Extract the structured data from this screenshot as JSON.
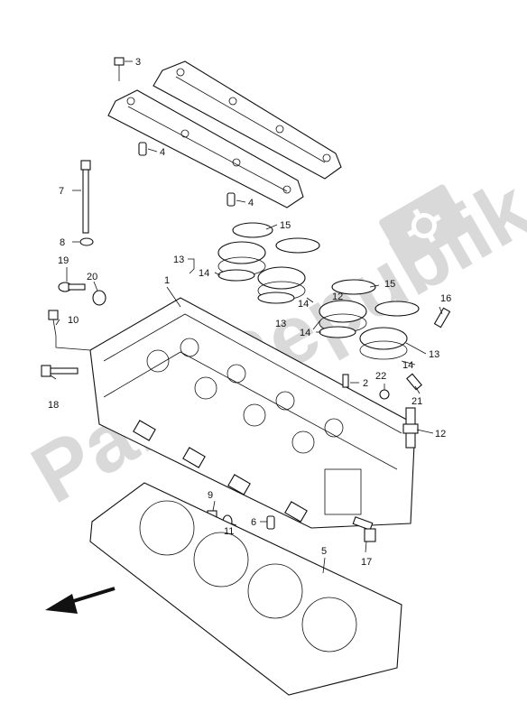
{
  "watermark": {
    "text": "PartsRepublik",
    "icon": "gear-icon"
  },
  "part_labels": {
    "p1": "1",
    "p2": "2",
    "p3": "3",
    "p4a": "4",
    "p4b": "4",
    "p5": "5",
    "p6": "6",
    "p7": "7",
    "p8": "8",
    "p9": "9",
    "p10": "10",
    "p11": "11",
    "p12": "12",
    "p13a": "13",
    "p13b": "13",
    "p13c": "13",
    "p14a": "14",
    "p14b": "14",
    "p14c": "14",
    "p14d": "14",
    "p15a": "15",
    "p15b": "15",
    "p16": "16",
    "p17": "17",
    "p18": "18",
    "p19": "19",
    "p20": "20",
    "p21": "21",
    "p22": "22",
    "p12b": "12"
  },
  "direction_arrow": "front-arrow-icon"
}
